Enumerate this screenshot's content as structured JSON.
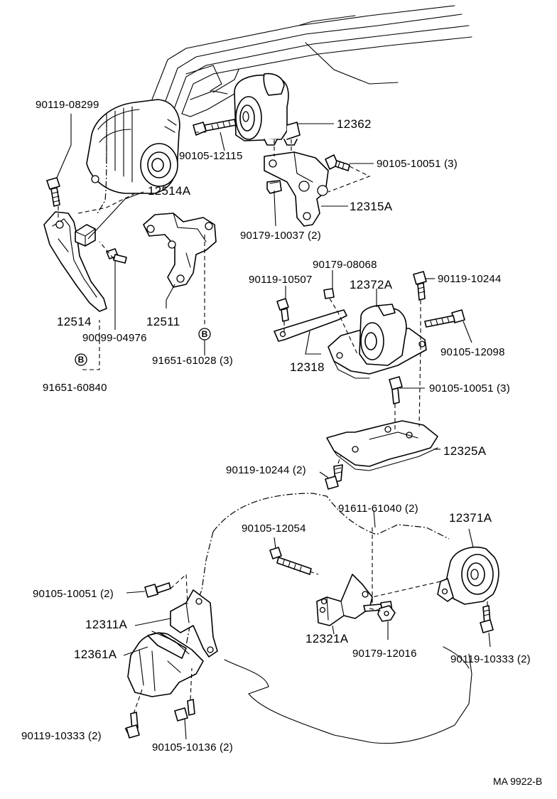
{
  "drawing_code": "MA 9922-B",
  "callouts": [
    {
      "id": "p12362",
      "text": "12362"
    },
    {
      "id": "p90105_12115",
      "text": "90105-12115"
    },
    {
      "id": "p90105_10051_a",
      "text": "90105-10051 (3)"
    },
    {
      "id": "p12315A",
      "text": "12315A"
    },
    {
      "id": "p90179_10037",
      "text": "90179-10037 (2)"
    },
    {
      "id": "p90119_08299",
      "text": "90119-08299"
    },
    {
      "id": "p12514A",
      "text": "12514A"
    },
    {
      "id": "p12514",
      "text": "12514"
    },
    {
      "id": "p90099_04976",
      "text": "90099-04976"
    },
    {
      "id": "p12511",
      "text": "12511"
    },
    {
      "id": "p91651_61028",
      "text": "91651-61028 (3)"
    },
    {
      "id": "p91651_60840",
      "text": "91651-60840"
    },
    {
      "id": "p90179_08068",
      "text": "90179-08068"
    },
    {
      "id": "p90119_10507",
      "text": "90119-10507"
    },
    {
      "id": "p12372A",
      "text": "12372A"
    },
    {
      "id": "p90119_10244_a",
      "text": "90119-10244"
    },
    {
      "id": "p90105_12098",
      "text": "90105-12098"
    },
    {
      "id": "p12318",
      "text": "12318"
    },
    {
      "id": "p90105_10051_b",
      "text": "90105-10051 (3)"
    },
    {
      "id": "p12325A",
      "text": "12325A"
    },
    {
      "id": "p90119_10244_b",
      "text": "90119-10244 (2)"
    },
    {
      "id": "p91611_61040",
      "text": "91611-61040 (2)"
    },
    {
      "id": "p12371A",
      "text": "12371A"
    },
    {
      "id": "p90105_12054",
      "text": "90105-12054"
    },
    {
      "id": "p90105_10051_c",
      "text": "90105-10051 (2)"
    },
    {
      "id": "p12311A",
      "text": "12311A"
    },
    {
      "id": "p12321A",
      "text": "12321A"
    },
    {
      "id": "p12361A",
      "text": "12361A"
    },
    {
      "id": "p90179_12016",
      "text": "90179-12016"
    },
    {
      "id": "p90119_10333_a",
      "text": "90119-10333 (2)"
    },
    {
      "id": "p90119_10333_b",
      "text": "90119-10333 (2)"
    },
    {
      "id": "p90105_10136",
      "text": "90105-10136 (2)"
    }
  ],
  "reference_marks": [
    {
      "id": "refB1",
      "text": "B"
    },
    {
      "id": "refB2",
      "text": "B"
    }
  ]
}
